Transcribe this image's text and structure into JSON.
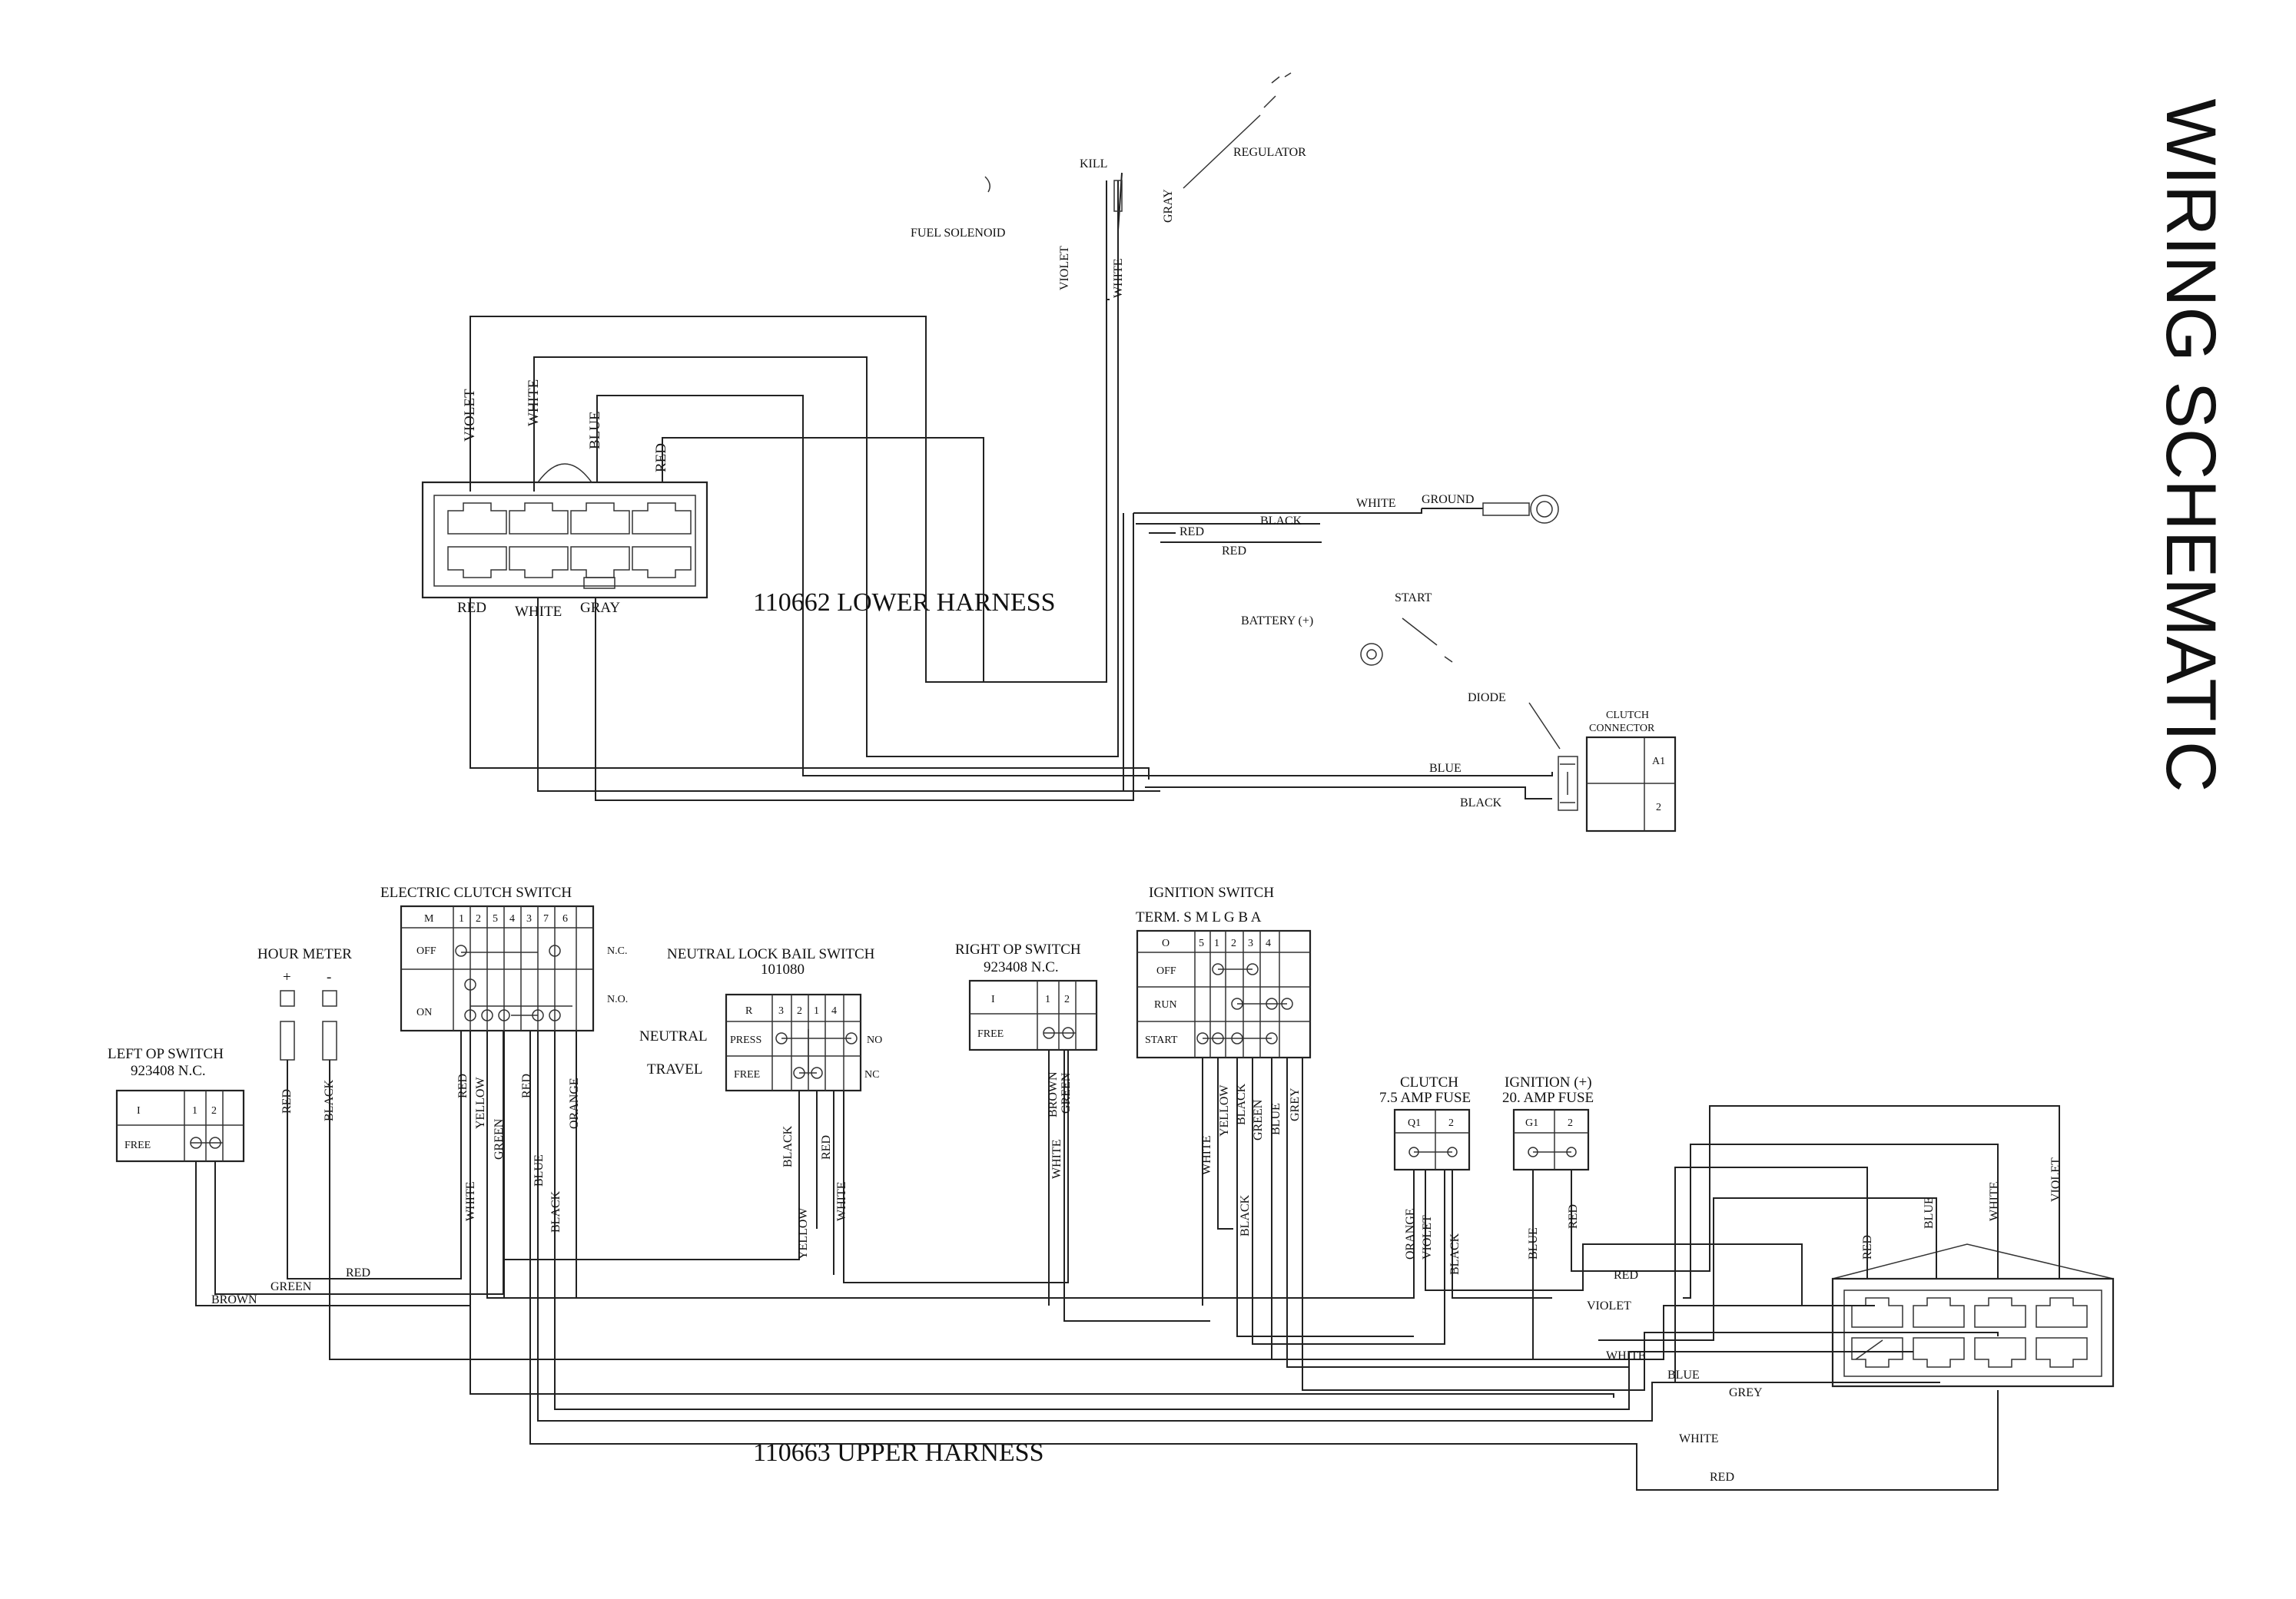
{
  "title": "WIRING SCHEMATIC",
  "lower_harness": {
    "name": "110662 LOWER HARNESS",
    "top_labels": [
      "VIOLET",
      "WHITE",
      "BLUE",
      "RED"
    ],
    "bottom_labels": [
      "RED",
      "WHITE",
      "GRAY"
    ]
  },
  "engine": {
    "kill": "KILL",
    "regulator": "REGULATOR",
    "fuel_solenoid": "FUEL SOLENOID",
    "violet": "VIOLET",
    "white": "WHITE",
    "gray": "GRAY"
  },
  "ground": {
    "white": "WHITE",
    "label": "GROUND",
    "black": "BLACK",
    "red1": "RED",
    "red2": "RED"
  },
  "battery": {
    "label": "BATTERY (+)",
    "start": "START",
    "diode": "DIODE"
  },
  "clutch_connector": {
    "title_line1": "CLUTCH",
    "title_line2": "CONNECTOR",
    "pin1": "A1",
    "pin2": "2",
    "blue": "BLUE",
    "black": "BLACK"
  },
  "electric_clutch_switch": {
    "title": "ELECTRIC CLUTCH SWITCH",
    "header": [
      "M",
      "1",
      "2",
      "5",
      "4",
      "3",
      "7",
      "6"
    ],
    "rows": [
      "OFF",
      "ON"
    ],
    "nc": "N.C.",
    "no": "N.O.",
    "wires": [
      "RED",
      "YELLOW",
      "GREEN",
      "RED",
      "BLUE",
      "ORANGE",
      "WHITE",
      "BLACK"
    ]
  },
  "hour_meter": {
    "title": "HOUR METER",
    "plus": "+",
    "minus": "-",
    "red": "RED",
    "black": "BLACK"
  },
  "left_op_switch": {
    "title": "LEFT  OP SWITCH",
    "part": "923408   N.C.",
    "header": [
      "I",
      "1",
      "2"
    ],
    "row": "FREE"
  },
  "neutral_lock": {
    "title": "NEUTRAL LOCK BAIL SWITCH",
    "part": "101080",
    "header": [
      "R",
      "3",
      "2",
      "1",
      "4"
    ],
    "rows": [
      "PRESS",
      "FREE"
    ],
    "neutral": "NEUTRAL",
    "travel": "TRAVEL",
    "no": "NO",
    "nc": "NC",
    "wires": [
      "BLACK",
      "YELLOW",
      "RED",
      "WHITE"
    ]
  },
  "right_op_switch": {
    "title": "RIGHT  OP SWITCH",
    "part": "923408   N.C.",
    "header": [
      "I",
      "1",
      "2"
    ],
    "row": "FREE",
    "wires": [
      "BROWN",
      "GREEN",
      "WHITE"
    ]
  },
  "ignition_switch": {
    "title": "IGNITION SWITCH",
    "term": "TERM.  S  M L  G  B  A",
    "header": [
      "O",
      "5",
      "1",
      "2",
      "3",
      "4"
    ],
    "rows": [
      "OFF",
      "RUN",
      "START"
    ],
    "wires": [
      "YELLOW",
      "BLACK",
      "GREEN",
      "BLUE",
      "GREY",
      "WHITE",
      "BLACK"
    ]
  },
  "clutch_fuse": {
    "title_line1": "CLUTCH",
    "title_line2": "7.5 AMP FUSE",
    "header": [
      "Q1",
      "2"
    ],
    "wires": [
      "ORANGE",
      "VIOLET",
      "BLACK"
    ]
  },
  "ignition_fuse": {
    "title_line1": "IGNITION (+)",
    "title_line2": "20. AMP FUSE",
    "header": [
      "G1",
      "2"
    ],
    "wires": [
      "BLUE",
      "RED"
    ]
  },
  "upper_harness": {
    "name": "110663 UPPER HARNESS",
    "wire_labels": [
      "RED",
      "GREEN",
      "BROWN",
      "RED",
      "VIOLET",
      "WHITE",
      "BLUE",
      "GREY",
      "WHITE",
      "RED"
    ],
    "connector_labels": [
      "RED",
      "BLUE",
      "WHITE",
      "VIOLET"
    ]
  }
}
